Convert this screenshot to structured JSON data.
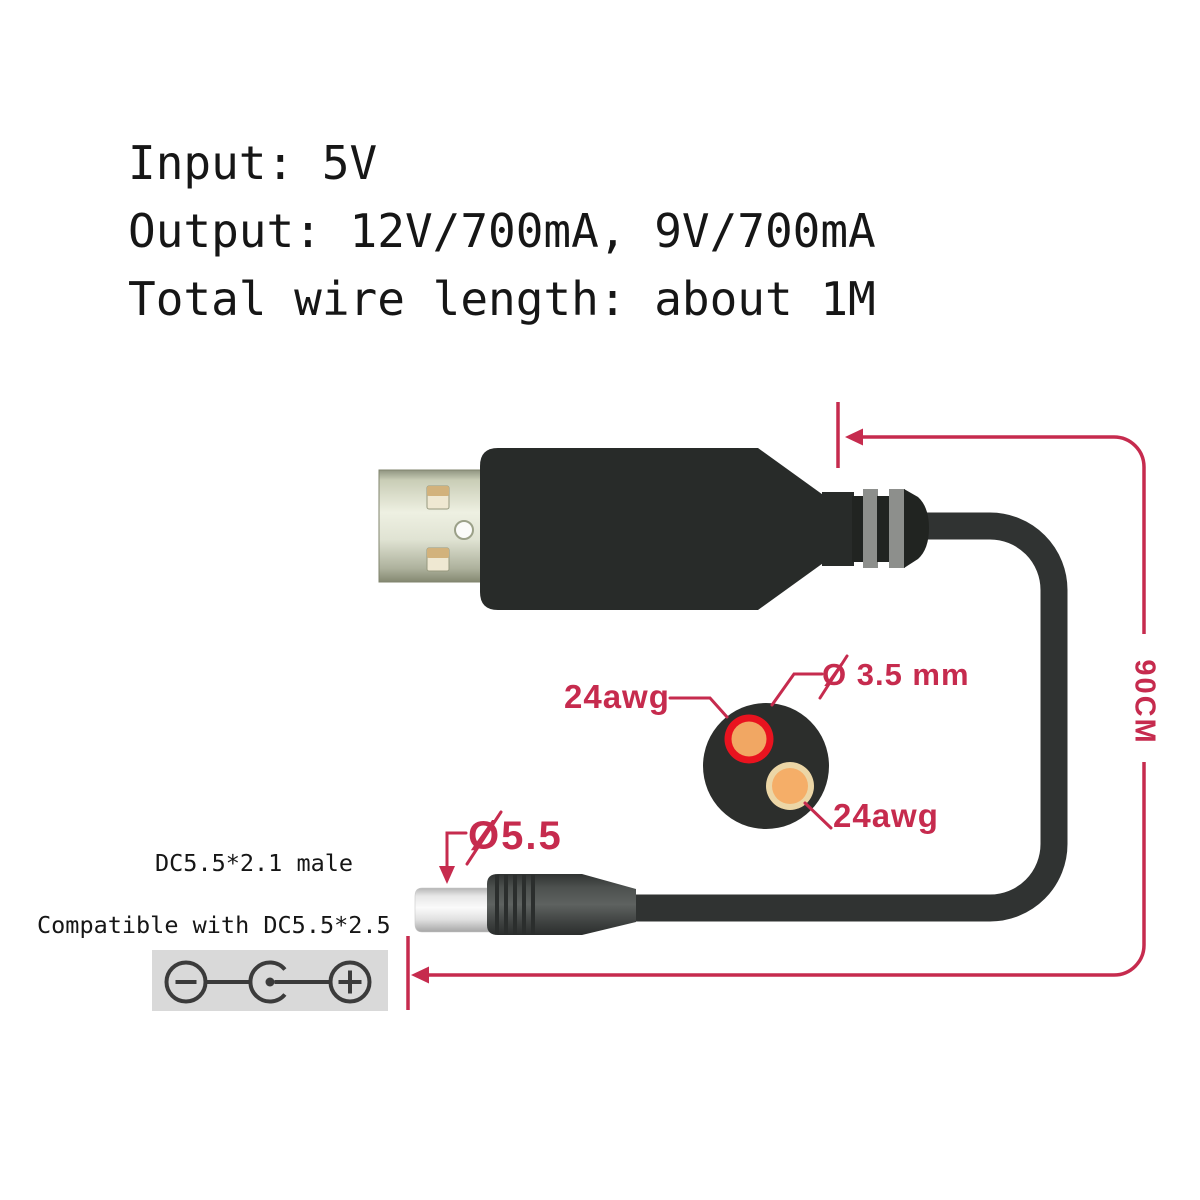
{
  "specs": {
    "input": "Input: 5V",
    "output": "Output: 12V/700mA, 9V/700mA",
    "total_length": "Total wire length: about 1M"
  },
  "annotations": {
    "wire_gauge_top": "24awg",
    "wire_gauge_bottom": "24awg",
    "cable_outer_diameter": "Ø 3.5 mm",
    "plug_diameter": "Ø5.5",
    "wire_length": "90CM"
  },
  "connector_info": {
    "plug_type": "DC5.5*2.1 male",
    "compatibility": "Compatible with DC5.5*2.5"
  },
  "icons": {
    "polarity": [
      "minus-symbol",
      "center-pin-symbol",
      "plus-symbol"
    ]
  },
  "colors": {
    "annotation_red": "#c62b4e",
    "wire_ring_red": "#e9131f",
    "copper": "#f1a763",
    "copper_light": "#f5ae68",
    "insulation_tan": "#ecd6a6",
    "cable_black": "#303332",
    "usb_body_black": "#282b29",
    "jacket_black": "#2c2e2c",
    "polarity_bg": "#d9d9d9",
    "text_black": "#161616"
  }
}
